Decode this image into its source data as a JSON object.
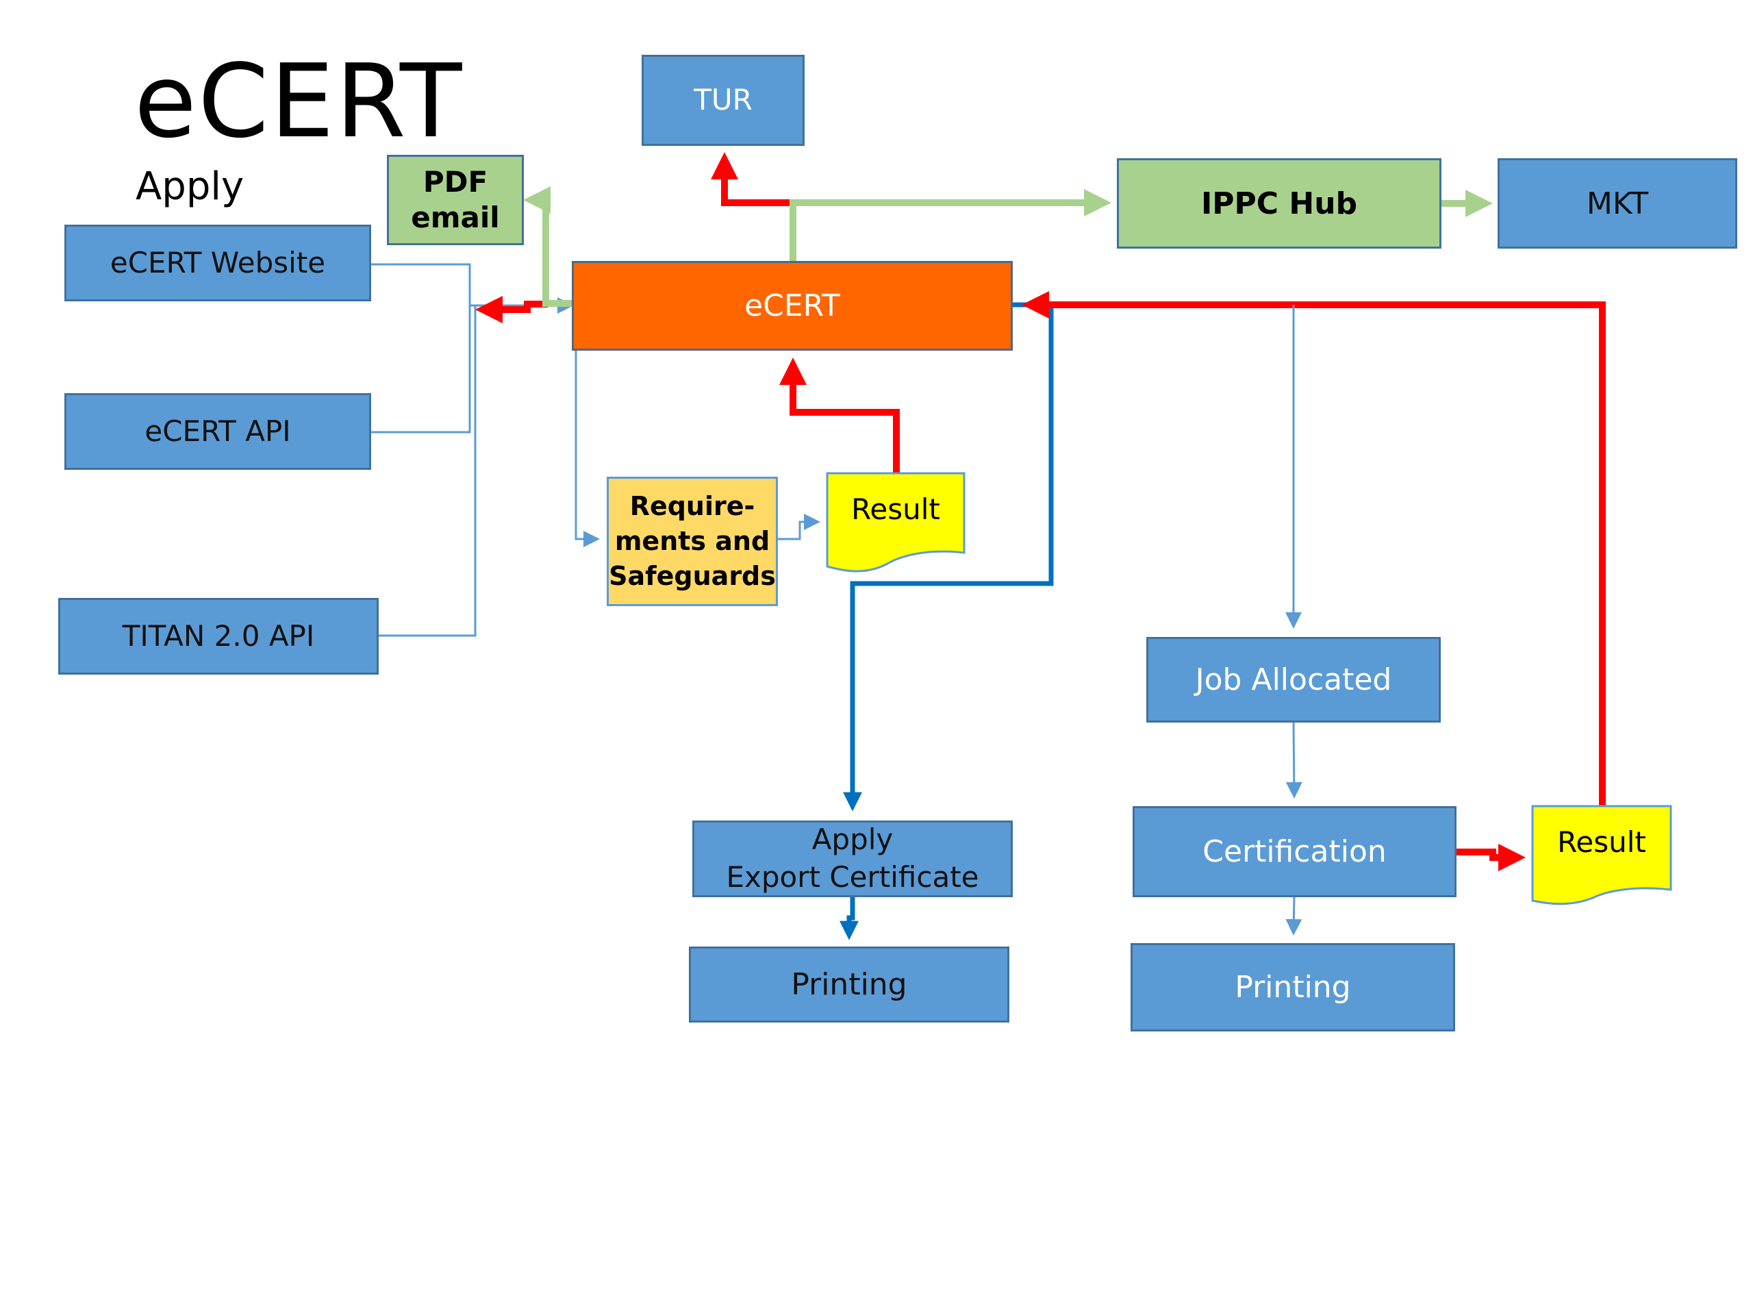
{
  "title": "eCERT",
  "subtitle": "Apply",
  "colors": {
    "box_blue": "#5B9BD5",
    "box_green": "#A9D18E",
    "box_orange": "#FF6600",
    "box_amber": "#FFD966",
    "doc_yellow": "#FFFF00",
    "arrow_red": "#FF0000",
    "arrow_green": "#A9D18E",
    "arrow_blue": "#0070C0",
    "line_light_blue": "#5B9BD5"
  },
  "inputs": {
    "ecert_website": "eCERT Website",
    "ecert_api": "eCERT API",
    "titan_api": "TITAN 2.0 API"
  },
  "nodes": {
    "pdf_email": "PDF\nemail",
    "tur": "TUR",
    "ecert": "eCERT",
    "ippc_hub": "IPPC Hub",
    "mkt": "MKT",
    "requirements": "Require-\nments and\nSafeguards",
    "result_upper": "Result",
    "apply_export": "Apply\nExport Certificate",
    "printing_left": "Printing",
    "job_allocated": "Job Allocated",
    "certification": "Certification",
    "result_right": "Result",
    "printing_right": "Printing"
  },
  "connections": [
    {
      "from": "eCERT Website",
      "to": "eCERT",
      "style": "thin-blue"
    },
    {
      "from": "eCERT API",
      "to": "eCERT",
      "style": "thin-blue"
    },
    {
      "from": "TITAN 2.0 API",
      "to": "eCERT",
      "style": "thin-blue"
    },
    {
      "from": "eCERT",
      "to": "Apply inputs",
      "style": "red"
    },
    {
      "from": "eCERT",
      "to": "PDF email",
      "style": "green"
    },
    {
      "from": "eCERT",
      "to": "TUR",
      "style": "red"
    },
    {
      "from": "eCERT",
      "to": "IPPC Hub",
      "style": "green"
    },
    {
      "from": "IPPC Hub",
      "to": "MKT",
      "style": "green"
    },
    {
      "from": "eCERT",
      "to": "Requirements and Safeguards",
      "style": "thin-blue"
    },
    {
      "from": "Requirements and Safeguards",
      "to": "Result",
      "style": "thin-blue"
    },
    {
      "from": "Result",
      "to": "eCERT",
      "style": "red"
    },
    {
      "from": "eCERT",
      "to": "Apply Export Certificate",
      "style": "blue"
    },
    {
      "from": "Apply Export Certificate",
      "to": "Printing",
      "style": "blue"
    },
    {
      "from": "eCERT",
      "to": "Job Allocated",
      "style": "thin-blue"
    },
    {
      "from": "Job Allocated",
      "to": "Certification",
      "style": "thin-blue"
    },
    {
      "from": "Certification",
      "to": "Printing",
      "style": "thin-blue"
    },
    {
      "from": "Certification",
      "to": "Result",
      "style": "red"
    },
    {
      "from": "Result",
      "to": "eCERT",
      "style": "red"
    }
  ]
}
